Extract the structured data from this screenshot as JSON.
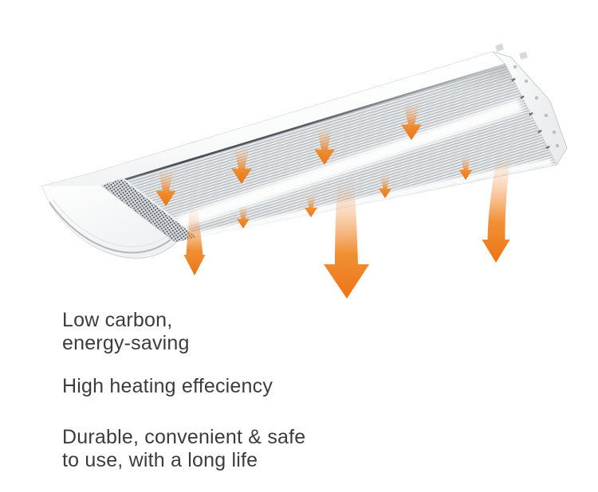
{
  "page": {
    "background_color": "#ffffff",
    "kind": "product feature illustration"
  },
  "illustration": {
    "subject": "ceiling-mounted radiant heater panel",
    "view": "perspective from below",
    "body_color": "#ffffff",
    "fin_surface_color": "#eceeef",
    "heat_arrows": {
      "color": "#ED7414",
      "direction": "down",
      "surface_arrow_count": 8,
      "large_stream_arrow_count": 3
    }
  },
  "features": [
    {
      "lines": [
        "Low carbon,",
        "energy-saving"
      ]
    },
    {
      "lines": [
        "High heating effeciency"
      ]
    },
    {
      "lines": [
        "Durable, convenient & safe",
        "to use, with a long life"
      ]
    }
  ],
  "text": {
    "color": "#3c3c3c"
  }
}
